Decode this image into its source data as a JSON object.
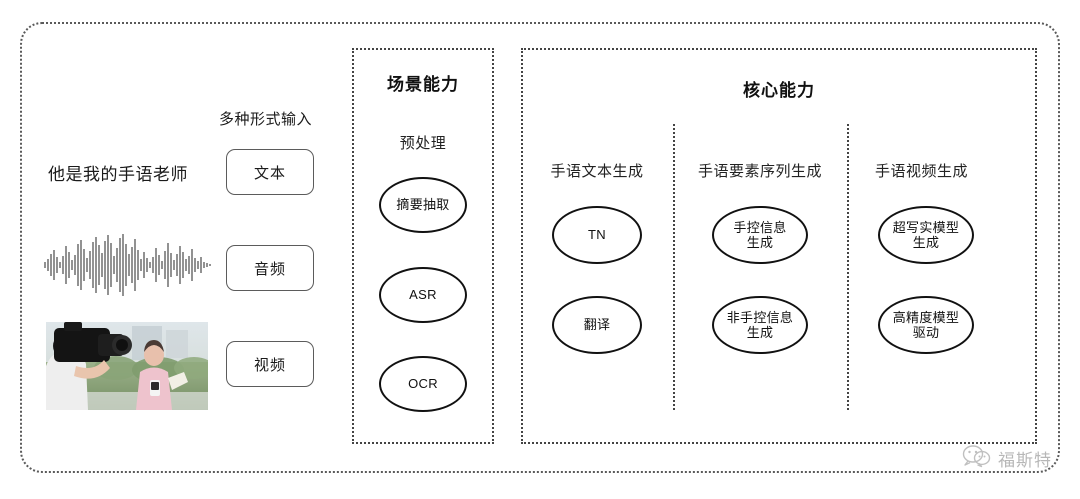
{
  "frame": {
    "border_color": "#5a5a5a"
  },
  "input_section": {
    "heading": "多种形式输入",
    "sample_text": "他是我的手语老师",
    "waveform_alt": "audio-waveform",
    "video_alt": "video-thumbnail",
    "tags": [
      {
        "label": "文本"
      },
      {
        "label": "音频"
      },
      {
        "label": "视频"
      }
    ]
  },
  "scene_section": {
    "title": "场景能力",
    "group_label": "预处理",
    "nodes": [
      {
        "label": "摘要抽取"
      },
      {
        "label": "ASR"
      },
      {
        "label": "OCR"
      }
    ]
  },
  "core_section": {
    "title": "核心能力",
    "columns": [
      {
        "label": "手语文本生成",
        "nodes": [
          {
            "label": "TN"
          },
          {
            "label": "翻译"
          }
        ]
      },
      {
        "label": "手语要素序列生成",
        "nodes": [
          {
            "label": "手控信息\n生成"
          },
          {
            "label": "非手控信息\n生成"
          }
        ]
      },
      {
        "label": "手语视频生成",
        "nodes": [
          {
            "label": "超写实模型\n生成"
          },
          {
            "label": "高精度模型\n驱动"
          }
        ]
      }
    ]
  },
  "watermark": {
    "icon": "wechat-icon",
    "text": "福斯特"
  }
}
